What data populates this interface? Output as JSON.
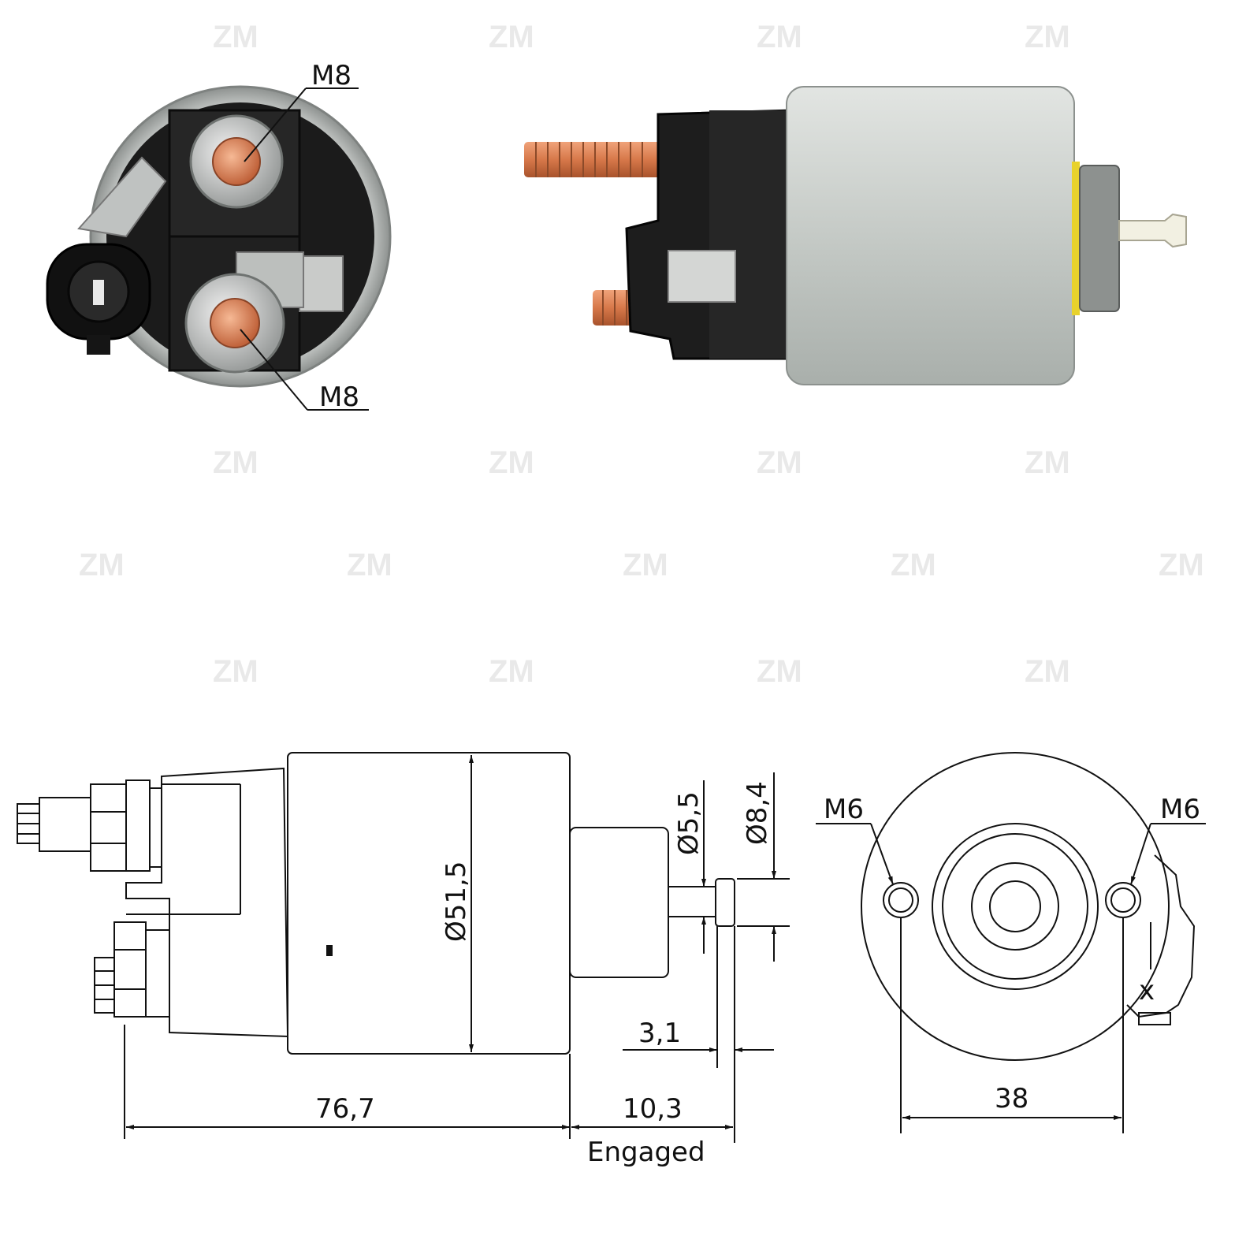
{
  "watermark": {
    "text": "ZM"
  },
  "photos": {
    "front": {
      "top_terminal": "M8",
      "bottom_terminal": "M8"
    },
    "side": {}
  },
  "drawing": {
    "dims": {
      "housing_diameter": "Ø51,5",
      "plunger_diameter": "Ø5,5",
      "plunger_head_diameter": "Ø8,4",
      "head_thickness": "3,1",
      "overall_length": "76,7",
      "stroke": "10,3",
      "stroke_note": "Engaged",
      "mount_hole_left": "M6",
      "mount_hole_right": "M6",
      "hole_spacing": "38",
      "x_mark": "x"
    }
  },
  "colors": {
    "copper": "#d7784a",
    "housing": "#c7ccc8",
    "plastic": "#1e1e1e",
    "line": "#111111"
  }
}
